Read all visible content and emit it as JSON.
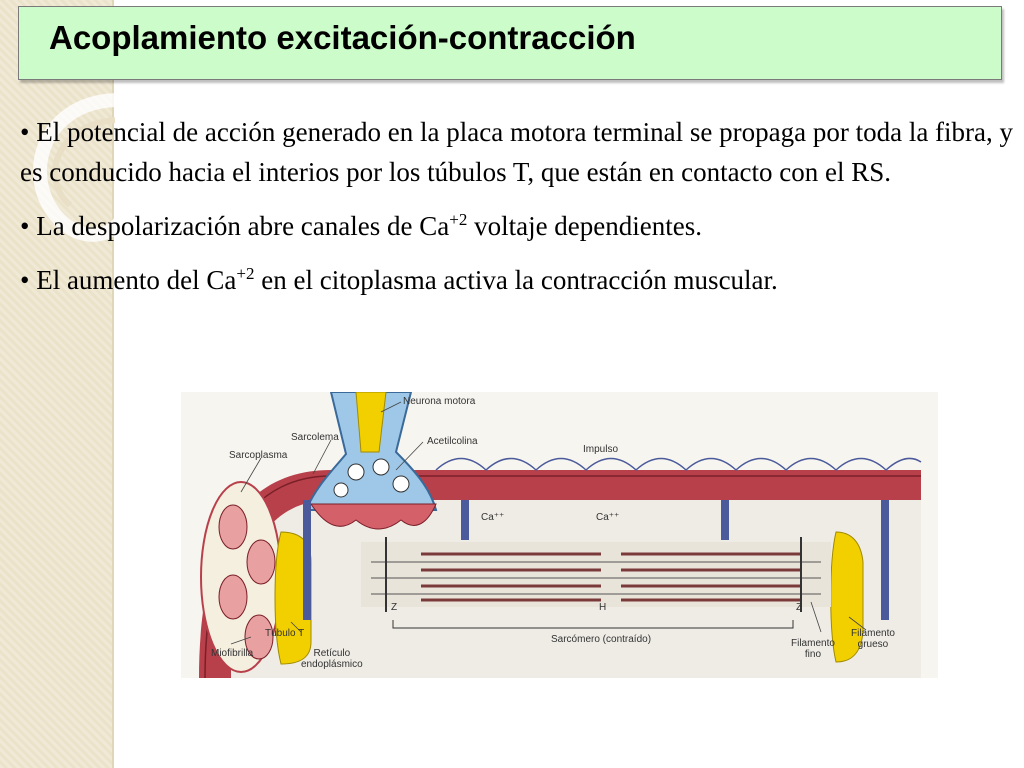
{
  "title": "Acoplamiento excitación-contracción",
  "bullets": [
    {
      "pre": "• El potencial de acción generado en la placa motora terminal se propaga por toda la fibra, y es conducido hacia el interios por los túbulos T, que están en contacto con el RS."
    },
    {
      "pre": "• La despolarización abre canales de Ca",
      "sup": "+2",
      "post": " voltaje dependientes."
    },
    {
      "pre": "• El aumento del Ca",
      "sup": "+2",
      "post": " en el citoplasma activa la contracción muscular."
    }
  ],
  "figure_labels": {
    "neurona": "Neurona motora",
    "sarcolema": "Sarcolema",
    "acetilcolina": "Acetilcolina",
    "sarcoplasma": "Sarcoplasma",
    "impulso": "Impulso",
    "ca1": "Ca⁺⁺",
    "ca2": "Ca⁺⁺",
    "z1": "Z",
    "h": "H",
    "z2": "Z",
    "tubulo": "Túbulo T",
    "miofibrilla": "Miofibrilla",
    "reticulo": "Retículo\nendoplásmico",
    "sarcomero": "Sarcómero (contraído)",
    "filamento_fino": "Filamento\nfino",
    "filamento_grueso": "Filamento\ngrueso"
  },
  "colors": {
    "title_bg": "#ccfcc9",
    "membrane": "#b8404a",
    "tubule": "#4a5a9a",
    "reticulum": "#f2d000",
    "neuron": "#9fc8e8"
  }
}
